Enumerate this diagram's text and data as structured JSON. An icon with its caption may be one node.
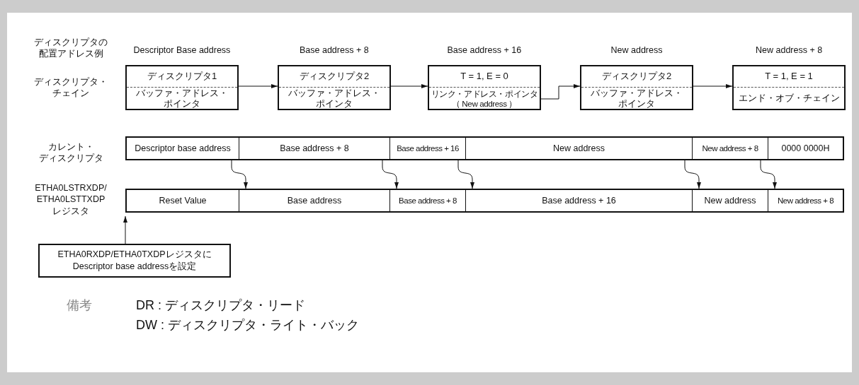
{
  "diagram": {
    "nodes": [
      {
        "text": [
          "ディスクリプタ1",
          "バッファ・アドレス・ポインタ"
        ],
        "beside": [
          "Descriptor Base address"
        ]
      },
      {
        "text": [
          "ディスクリプタ2",
          "バッファ・アドレス・ポインタ"
        ],
        "beside": [
          "Base address + 8"
        ]
      },
      {
        "text": [
          "T = 1, E = 0",
          "リンク・アドレス・ポインタ（ New address ）"
        ],
        "beside": [
          "Base address + 16"
        ]
      },
      {
        "text": [
          "ディスクリプタ2",
          "バッファ・アドレス・ポインタ"
        ],
        "beside": [
          "New address"
        ]
      },
      {
        "text": [
          "T = 1, E = 1",
          "エンド・オブ・チェイン"
        ],
        "beside": [
          "New address + 8"
        ]
      },
      {
        "text": [
          "Descriptor base address"
        ]
      },
      {
        "text": [
          "Base address + 8"
        ]
      },
      {
        "text": [
          "Base address + 16"
        ]
      },
      {
        "text": [
          "New address"
        ]
      },
      {
        "text": [
          "New address + 8"
        ]
      },
      {
        "text": [
          "0000 0000H"
        ]
      },
      {
        "text": [
          "Reset Value"
        ]
      },
      {
        "text": [
          "Base address"
        ]
      },
      {
        "text": [
          "Base address + 8"
        ]
      },
      {
        "text": [
          "Base address + 16"
        ]
      },
      {
        "text": [
          "New address"
        ]
      },
      {
        "text": [
          "New address + 8"
        ]
      },
      {
        "text": [
          "ETHA0RXDP/ETHA0TXDPレジスタにDescriptor base addressを設定"
        ]
      }
    ],
    "edges": [
      {
        "from": 0,
        "to": 1,
        "arrow": "to"
      },
      {
        "from": 1,
        "to": 2,
        "arrow": "to"
      },
      {
        "from": 2,
        "to": 3,
        "arrow": "to"
      },
      {
        "from": 3,
        "to": 4,
        "arrow": "to"
      },
      {
        "from": 5,
        "to": 12,
        "arrow": "to"
      },
      {
        "from": 6,
        "to": 13,
        "arrow": "to"
      },
      {
        "from": 7,
        "to": 14,
        "arrow": "to"
      },
      {
        "from": 8,
        "to": 15,
        "arrow": "to"
      },
      {
        "from": 9,
        "to": 16,
        "arrow": "to"
      },
      {
        "from": 17,
        "to": 11,
        "arrow": "to"
      }
    ],
    "labels": [
      "ディスクリプタの配置アドレス例",
      "ディスクリプタ・チェイン",
      "カレント・ディスクリプタ",
      "ETHA0LSTRXDP/ETHA0LSTTXDPレジスタ",
      "備考",
      "DR : ディスクリプタ・リード",
      "DW : ディスクリプタ・ライト・バック"
    ]
  }
}
